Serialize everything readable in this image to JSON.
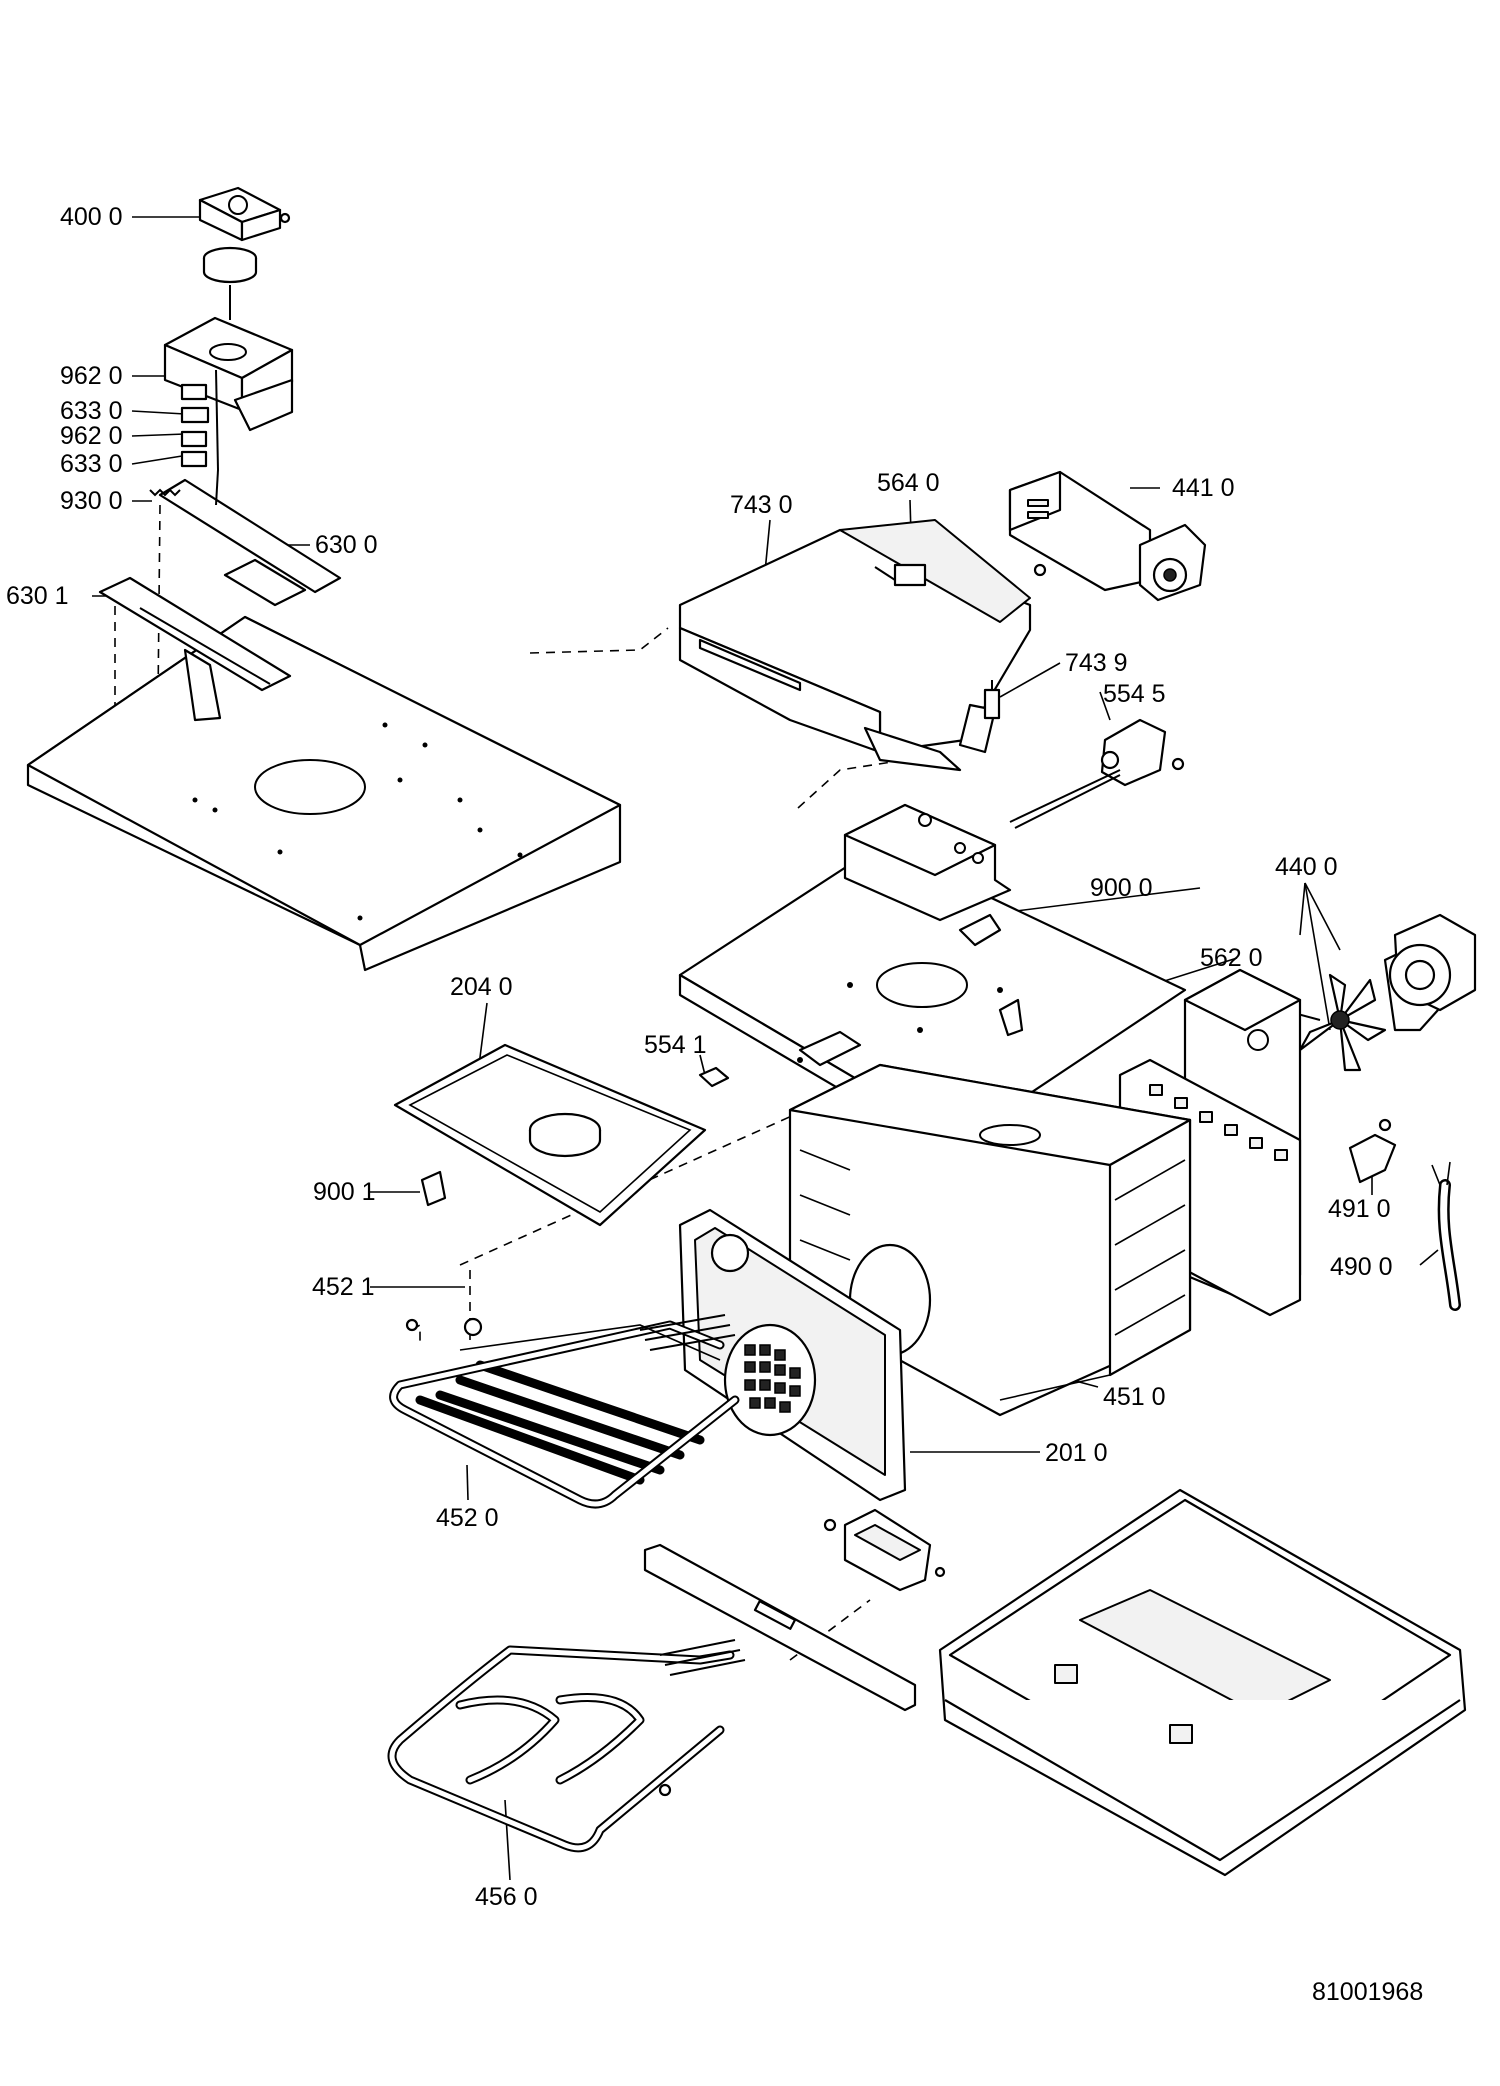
{
  "diagram_id": "81001968",
  "callouts": [
    {
      "id": "400-0",
      "text": "400 0"
    },
    {
      "id": "962-0-a",
      "text": "962 0"
    },
    {
      "id": "633-0-a",
      "text": "633 0"
    },
    {
      "id": "962-0-b",
      "text": "962 0"
    },
    {
      "id": "633-0-b",
      "text": "633 0"
    },
    {
      "id": "930-0",
      "text": "930 0"
    },
    {
      "id": "630-0",
      "text": "630 0"
    },
    {
      "id": "630-1",
      "text": "630 1"
    },
    {
      "id": "743-0",
      "text": "743 0"
    },
    {
      "id": "564-0",
      "text": "564 0"
    },
    {
      "id": "441-0",
      "text": "441 0"
    },
    {
      "id": "743-9",
      "text": "743 9"
    },
    {
      "id": "554-5",
      "text": "554 5"
    },
    {
      "id": "900-0",
      "text": "900 0"
    },
    {
      "id": "440-0",
      "text": "440 0"
    },
    {
      "id": "562-0",
      "text": "562 0"
    },
    {
      "id": "204-0",
      "text": "204 0"
    },
    {
      "id": "554-1",
      "text": "554 1"
    },
    {
      "id": "900-1",
      "text": "900 1"
    },
    {
      "id": "491-0",
      "text": "491 0"
    },
    {
      "id": "490-0",
      "text": "490 0"
    },
    {
      "id": "452-1",
      "text": "452 1"
    },
    {
      "id": "451-0",
      "text": "451 0"
    },
    {
      "id": "201-0",
      "text": "201 0"
    },
    {
      "id": "452-0",
      "text": "452 0"
    },
    {
      "id": "456-0",
      "text": "456 0"
    }
  ]
}
